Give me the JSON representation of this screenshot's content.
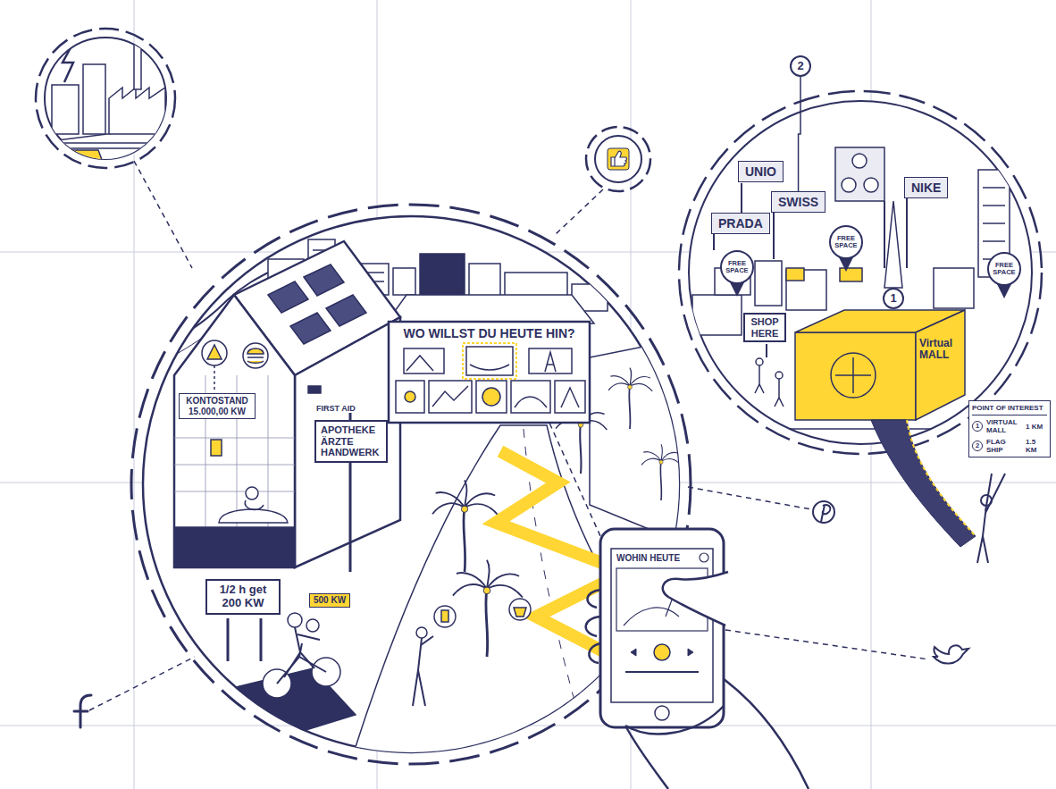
{
  "diagram": {
    "nodes": [
      {
        "text": [
          "KONTOSTAND 15.000,00 KW"
        ]
      },
      {
        "text": [
          "WO WILLST DU HEUTE HIN?"
        ]
      },
      {
        "text": [
          "APOTHEKE",
          "ÄRZTE",
          "HANDWERK"
        ]
      },
      {
        "text": [
          "1/2 h get 200 KW"
        ]
      },
      {
        "text": [
          "500 KW"
        ]
      },
      {
        "text": [
          "WOHIN HEUTE"
        ]
      },
      {
        "text": [
          "2"
        ]
      },
      {
        "text": [
          "UNIO"
        ]
      },
      {
        "text": [
          "PRADA"
        ]
      },
      {
        "text": [
          "SWISS"
        ]
      },
      {
        "text": [
          "NIKE"
        ]
      },
      {
        "text": [
          "FREE SPACE"
        ]
      },
      {
        "text": [
          "FREE SPACE"
        ]
      },
      {
        "text": [
          "FREE SPACE"
        ]
      },
      {
        "text": [
          "1"
        ]
      },
      {
        "text": [
          "SHOP HERE"
        ]
      },
      {
        "text": [
          "Virtual MALL"
        ]
      },
      {
        "text": [
          "POINT OF INTEREST",
          "1",
          "VIRTUAL MALL",
          "1 KM",
          "2",
          "FLAG SHIP",
          "1.5 KM"
        ]
      }
    ],
    "edges": [
      {
        "from": 6,
        "to": 9,
        "arrow": "none"
      }
    ],
    "labels": [
      "FIRST AID"
    ]
  }
}
